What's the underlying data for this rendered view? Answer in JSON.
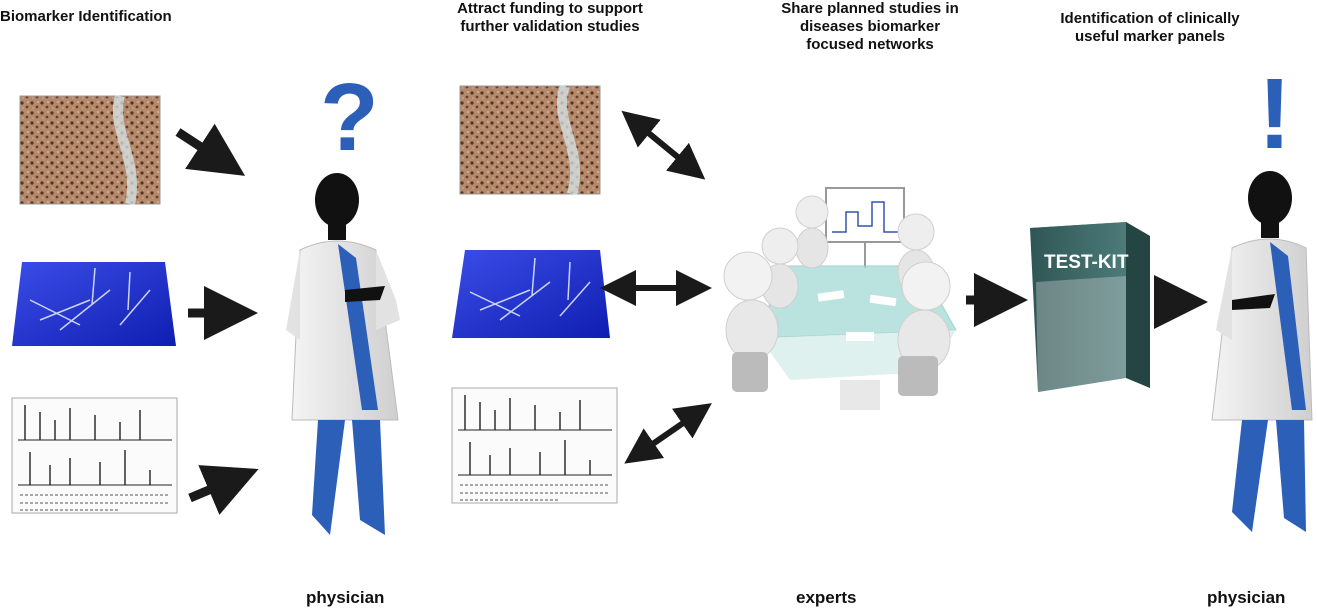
{
  "headers": {
    "col1": "Biomarker Identification",
    "col2": "Attract funding to support\nfurther validation studies",
    "col3": "Share planned studies in\ndiseases biomarker\nfocused networks",
    "col4": "Identification of clinically\nuseful marker panels"
  },
  "footers": {
    "physician_left": "physician",
    "experts": "experts",
    "physician_right": "physician"
  },
  "test_kit_label": "TEST-KIT",
  "symbols": {
    "question": "?",
    "exclamation": "!"
  },
  "colors": {
    "figure_blue": "#2c5fb8",
    "gel_blue": "#1a2fd6",
    "box_green": "#3e6b6a",
    "tissue_brown": "#8a5a3c"
  }
}
